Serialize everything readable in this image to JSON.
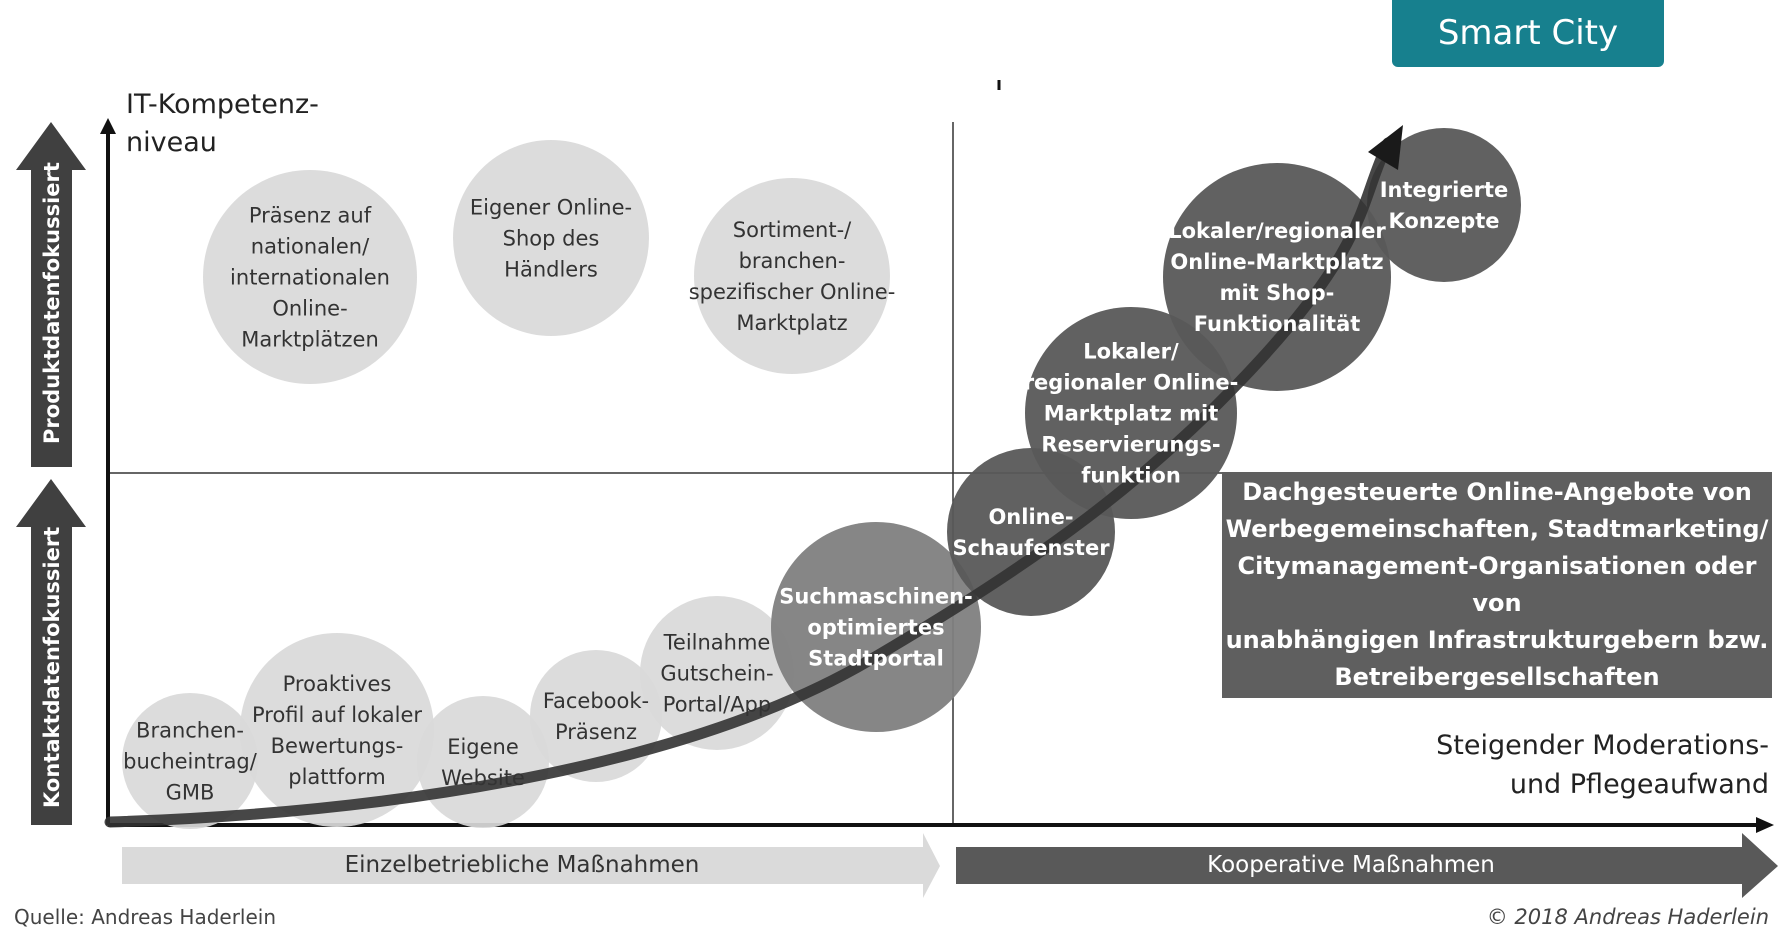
{
  "header": {
    "badge_label": "Smart City"
  },
  "axes": {
    "y_label": "IT-Kompetenz-\nniveau",
    "x_label": "Steigender Moderations-\nund Pflegeaufwand"
  },
  "side_arrows": {
    "upper": "Produktdatenfokussiert",
    "lower": "Kontaktdatenfokussiert"
  },
  "bottom_arrows": {
    "left": "Einzelbetriebliche Maßnahmen",
    "right": "Kooperative Maßnahmen"
  },
  "circles": [
    {
      "label": "Präsenz auf\nnationalen/\ninternationalen\nOnline-\nMarktplätzen",
      "style": "light"
    },
    {
      "label": "Eigener Online-\nShop des\nHändlers",
      "style": "light"
    },
    {
      "label": "Sortiment-/\nbranchen-\nspezifischer Online-\nMarktplatz",
      "style": "light"
    },
    {
      "label": "Branchen-\nbucheintrag/\nGMB",
      "style": "light"
    },
    {
      "label": "Proaktives\nProfil auf lokaler\nBewertungs-\nplattform",
      "style": "light"
    },
    {
      "label": "Eigene\nWebsite",
      "style": "light"
    },
    {
      "label": "Facebook-\nPräsenz",
      "style": "light"
    },
    {
      "label": "Teilnahme\nGutschein-\nPortal/App",
      "style": "light"
    },
    {
      "label": "Suchmaschinen-\noptimiertes\nStadtportal",
      "style": "medium"
    },
    {
      "label": "Online-\nSchaufenster",
      "style": "dark"
    },
    {
      "label": "Lokaler/\nregionaler Online-\nMarktplatz mit\nReservierungs-\nfunktion",
      "style": "dark"
    },
    {
      "label": "Lokaler/regionaler\nOnline-Marktplatz\nmit Shop-\nFunktionalität",
      "style": "dark"
    },
    {
      "label": "Integrierte\nKonzepte",
      "style": "dark"
    }
  ],
  "infobox": {
    "text": "Dachgesteuerte Online-Angebote von\nWerbegemeinschaften, Stadtmarketing/\nCitymanagement-Organisationen oder von\nunabhängigen Infrastrukturgebern bzw.\nBetreibergesellschaften"
  },
  "footer": {
    "source": "Quelle: Andreas Haderlein",
    "copyright": "© 2018 Andreas Haderlein"
  },
  "colors": {
    "badge": "#17808e",
    "circle_light": "#d9d9d9",
    "circle_medium": "#808080",
    "circle_dark": "#595959",
    "arrow_light": "#dadada",
    "arrow_dark": "#595959",
    "side_arrow": "#404040",
    "infobox": "#5f5f5f"
  }
}
